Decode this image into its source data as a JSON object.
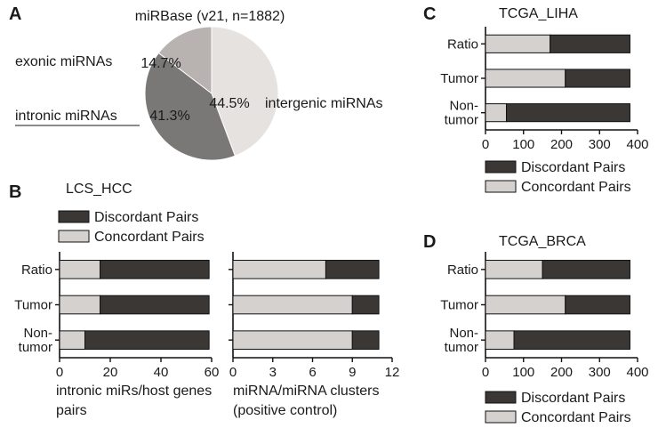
{
  "colors": {
    "concordant": "#d4d1cf",
    "discordant": "#3a3735",
    "stroke": "#111111"
  },
  "chart_data": [
    {
      "id": "A",
      "type": "pie",
      "panel_label": "A",
      "title": "miRBase (v21, n=1882)",
      "slices": [
        {
          "name": "intergenic miRNAs",
          "value": 44.5,
          "label": "44.5%",
          "color": "#e6e2df"
        },
        {
          "name": "intronic miRNAs",
          "value": 41.3,
          "label": "41.3%",
          "color": "#7a7877"
        },
        {
          "name": "exonic miRNAs",
          "value": 14.7,
          "label": "14.7%",
          "color": "#b8b3b0"
        }
      ]
    },
    {
      "id": "B",
      "type": "bar",
      "orientation": "horizontal",
      "stacked": true,
      "panel_label": "B",
      "title": "LCS_HCC",
      "categories": [
        "Ratio",
        "Tumor",
        "Non-\ntumor"
      ],
      "legend": [
        "Discordant Pairs",
        "Concordant Pairs"
      ],
      "subplots": [
        {
          "xlabel": "intronic miRs/host genes\npairs",
          "xlim": [
            0,
            60
          ],
          "xticks": [
            0,
            20,
            40,
            60
          ],
          "series": [
            {
              "name": "Concordant Pairs",
              "values": [
                16,
                16,
                10
              ]
            },
            {
              "name": "Discordant Pairs",
              "values": [
                43,
                43,
                49
              ]
            }
          ]
        },
        {
          "xlabel": "miRNA/miRNA clusters\n(positive control)",
          "xlim": [
            0,
            12
          ],
          "xticks": [
            0,
            3,
            6,
            9,
            12
          ],
          "series": [
            {
              "name": "Concordant Pairs",
              "values": [
                7,
                9,
                9
              ]
            },
            {
              "name": "Discordant Pairs",
              "values": [
                4,
                2,
                2
              ]
            }
          ]
        }
      ]
    },
    {
      "id": "C",
      "type": "bar",
      "orientation": "horizontal",
      "stacked": true,
      "panel_label": "C",
      "title": "TCGA_LIHA",
      "categories": [
        "Ratio",
        "Tumor",
        "Non-\ntumor"
      ],
      "legend": [
        "Discordant Pairs",
        "Concordant Pairs"
      ],
      "xlim": [
        0,
        400
      ],
      "xticks": [
        0,
        100,
        200,
        300,
        400
      ],
      "series": [
        {
          "name": "Concordant Pairs",
          "values": [
            170,
            210,
            55
          ]
        },
        {
          "name": "Discordant Pairs",
          "values": [
            210,
            170,
            325
          ]
        }
      ]
    },
    {
      "id": "D",
      "type": "bar",
      "orientation": "horizontal",
      "stacked": true,
      "panel_label": "D",
      "title": "TCGA_BRCA",
      "categories": [
        "Ratio",
        "Tumor",
        "Non-\ntumor"
      ],
      "legend": [
        "Discordant Pairs",
        "Concordant Pairs"
      ],
      "xlim": [
        0,
        400
      ],
      "xticks": [
        0,
        100,
        200,
        300,
        400
      ],
      "series": [
        {
          "name": "Concordant Pairs",
          "values": [
            150,
            210,
            75
          ]
        },
        {
          "name": "Discordant Pairs",
          "values": [
            230,
            170,
            305
          ]
        }
      ]
    }
  ]
}
